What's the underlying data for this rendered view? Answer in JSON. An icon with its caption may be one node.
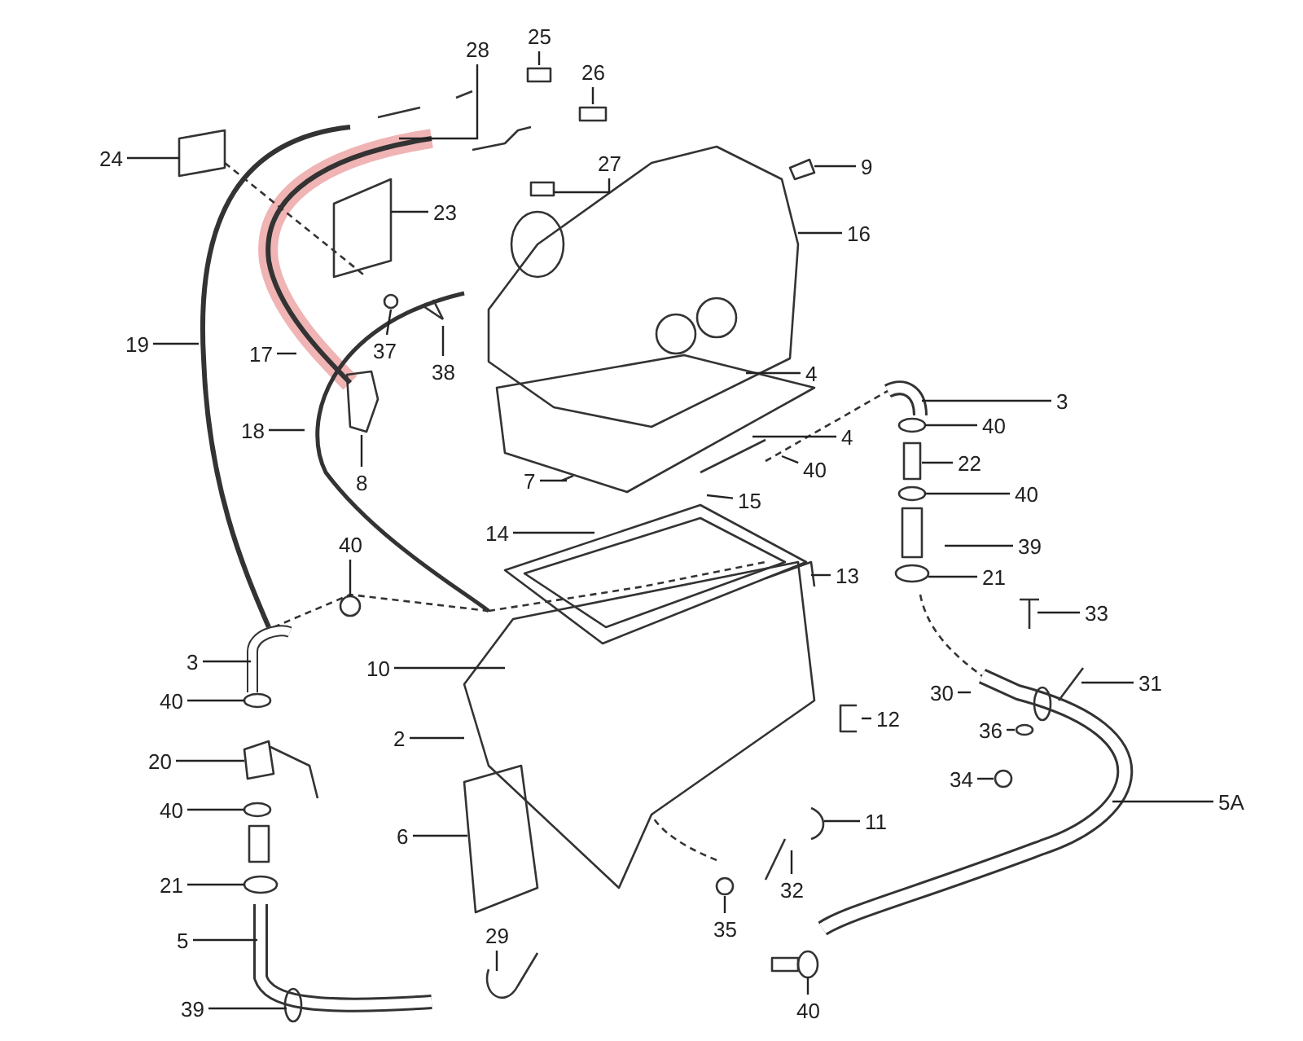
{
  "diagram": {
    "nodes": [
      {
        "text": [
          "28"
        ]
      },
      {
        "text": [
          "25"
        ]
      },
      {
        "text": [
          "26"
        ]
      },
      {
        "text": [
          "27"
        ]
      },
      {
        "text": [
          "24"
        ]
      },
      {
        "text": [
          "9"
        ]
      },
      {
        "text": [
          "23"
        ]
      },
      {
        "text": [
          "16"
        ]
      },
      {
        "text": [
          "19"
        ]
      },
      {
        "text": [
          "17"
        ]
      },
      {
        "text": [
          "37"
        ]
      },
      {
        "text": [
          "38"
        ]
      },
      {
        "text": [
          "4"
        ]
      },
      {
        "text": [
          "3"
        ]
      },
      {
        "text": [
          "40"
        ]
      },
      {
        "text": [
          "18"
        ]
      },
      {
        "text": [
          "4"
        ]
      },
      {
        "text": [
          "8"
        ]
      },
      {
        "text": [
          "7"
        ]
      },
      {
        "text": [
          "40"
        ]
      },
      {
        "text": [
          "22"
        ]
      },
      {
        "text": [
          "15"
        ]
      },
      {
        "text": [
          "40"
        ]
      },
      {
        "text": [
          "14"
        ]
      },
      {
        "text": [
          "39"
        ]
      },
      {
        "text": [
          "13"
        ]
      },
      {
        "text": [
          "21"
        ]
      },
      {
        "text": [
          "40"
        ]
      },
      {
        "text": [
          "33"
        ]
      },
      {
        "text": [
          "3"
        ]
      },
      {
        "text": [
          "10"
        ]
      },
      {
        "text": [
          "30"
        ]
      },
      {
        "text": [
          "31"
        ]
      },
      {
        "text": [
          "40"
        ]
      },
      {
        "text": [
          "36"
        ]
      },
      {
        "text": [
          "12"
        ]
      },
      {
        "text": [
          "2"
        ]
      },
      {
        "text": [
          "20"
        ]
      },
      {
        "text": [
          "34"
        ]
      },
      {
        "text": [
          "40"
        ]
      },
      {
        "text": [
          "5A"
        ]
      },
      {
        "text": [
          "11"
        ]
      },
      {
        "text": [
          "6"
        ]
      },
      {
        "text": [
          "32"
        ]
      },
      {
        "text": [
          "21"
        ]
      },
      {
        "text": [
          "35"
        ]
      },
      {
        "text": [
          "29"
        ]
      },
      {
        "text": [
          "5"
        ]
      },
      {
        "text": [
          "40"
        ]
      },
      {
        "text": [
          "39"
        ]
      }
    ],
    "edges": [
      {
        "from": 0,
        "to": null,
        "arrow": "none"
      },
      {
        "from": 1,
        "to": null,
        "arrow": "none"
      },
      {
        "from": 2,
        "to": null,
        "arrow": "none"
      },
      {
        "from": 3,
        "to": null,
        "arrow": "none"
      },
      {
        "from": 4,
        "to": null,
        "arrow": "none"
      },
      {
        "from": 5,
        "to": null,
        "arrow": "none"
      },
      {
        "from": 6,
        "to": null,
        "arrow": "none"
      },
      {
        "from": 7,
        "to": null,
        "arrow": "none"
      },
      {
        "from": 8,
        "to": null,
        "arrow": "none"
      },
      {
        "from": 9,
        "to": null,
        "arrow": "none"
      },
      {
        "from": 10,
        "to": null,
        "arrow": "none"
      },
      {
        "from": 11,
        "to": null,
        "arrow": "none"
      },
      {
        "from": 12,
        "to": null,
        "arrow": "none"
      },
      {
        "from": 13,
        "to": null,
        "arrow": "none"
      },
      {
        "from": 14,
        "to": null,
        "arrow": "none"
      },
      {
        "from": 15,
        "to": null,
        "arrow": "none"
      },
      {
        "from": 16,
        "to": null,
        "arrow": "none"
      },
      {
        "from": 17,
        "to": null,
        "arrow": "none"
      },
      {
        "from": 18,
        "to": null,
        "arrow": "none"
      },
      {
        "from": 19,
        "to": null,
        "arrow": "none"
      },
      {
        "from": 20,
        "to": null,
        "arrow": "none"
      },
      {
        "from": 21,
        "to": null,
        "arrow": "none"
      },
      {
        "from": 22,
        "to": null,
        "arrow": "none"
      },
      {
        "from": 23,
        "to": null,
        "arrow": "none"
      },
      {
        "from": 24,
        "to": null,
        "arrow": "none"
      },
      {
        "from": 25,
        "to": null,
        "arrow": "none"
      },
      {
        "from": 26,
        "to": null,
        "arrow": "none"
      },
      {
        "from": 27,
        "to": null,
        "arrow": "none"
      },
      {
        "from": 28,
        "to": null,
        "arrow": "none"
      },
      {
        "from": 29,
        "to": null,
        "arrow": "none"
      },
      {
        "from": 30,
        "to": null,
        "arrow": "none"
      },
      {
        "from": 31,
        "to": null,
        "arrow": "none"
      },
      {
        "from": 32,
        "to": null,
        "arrow": "none"
      },
      {
        "from": 33,
        "to": null,
        "arrow": "none"
      },
      {
        "from": 34,
        "to": null,
        "arrow": "none"
      },
      {
        "from": 35,
        "to": null,
        "arrow": "none"
      },
      {
        "from": 36,
        "to": null,
        "arrow": "none"
      },
      {
        "from": 37,
        "to": null,
        "arrow": "none"
      },
      {
        "from": 38,
        "to": null,
        "arrow": "none"
      },
      {
        "from": 39,
        "to": null,
        "arrow": "none"
      },
      {
        "from": 40,
        "to": null,
        "arrow": "none"
      },
      {
        "from": 41,
        "to": null,
        "arrow": "none"
      },
      {
        "from": 42,
        "to": null,
        "arrow": "none"
      },
      {
        "from": 43,
        "to": null,
        "arrow": "none"
      },
      {
        "from": 44,
        "to": null,
        "arrow": "none"
      },
      {
        "from": 45,
        "to": null,
        "arrow": "none"
      },
      {
        "from": 46,
        "to": null,
        "arrow": "none"
      },
      {
        "from": 47,
        "to": null,
        "arrow": "none"
      },
      {
        "from": 48,
        "to": null,
        "arrow": "none"
      },
      {
        "from": 49,
        "to": null,
        "arrow": "none"
      }
    ]
  }
}
